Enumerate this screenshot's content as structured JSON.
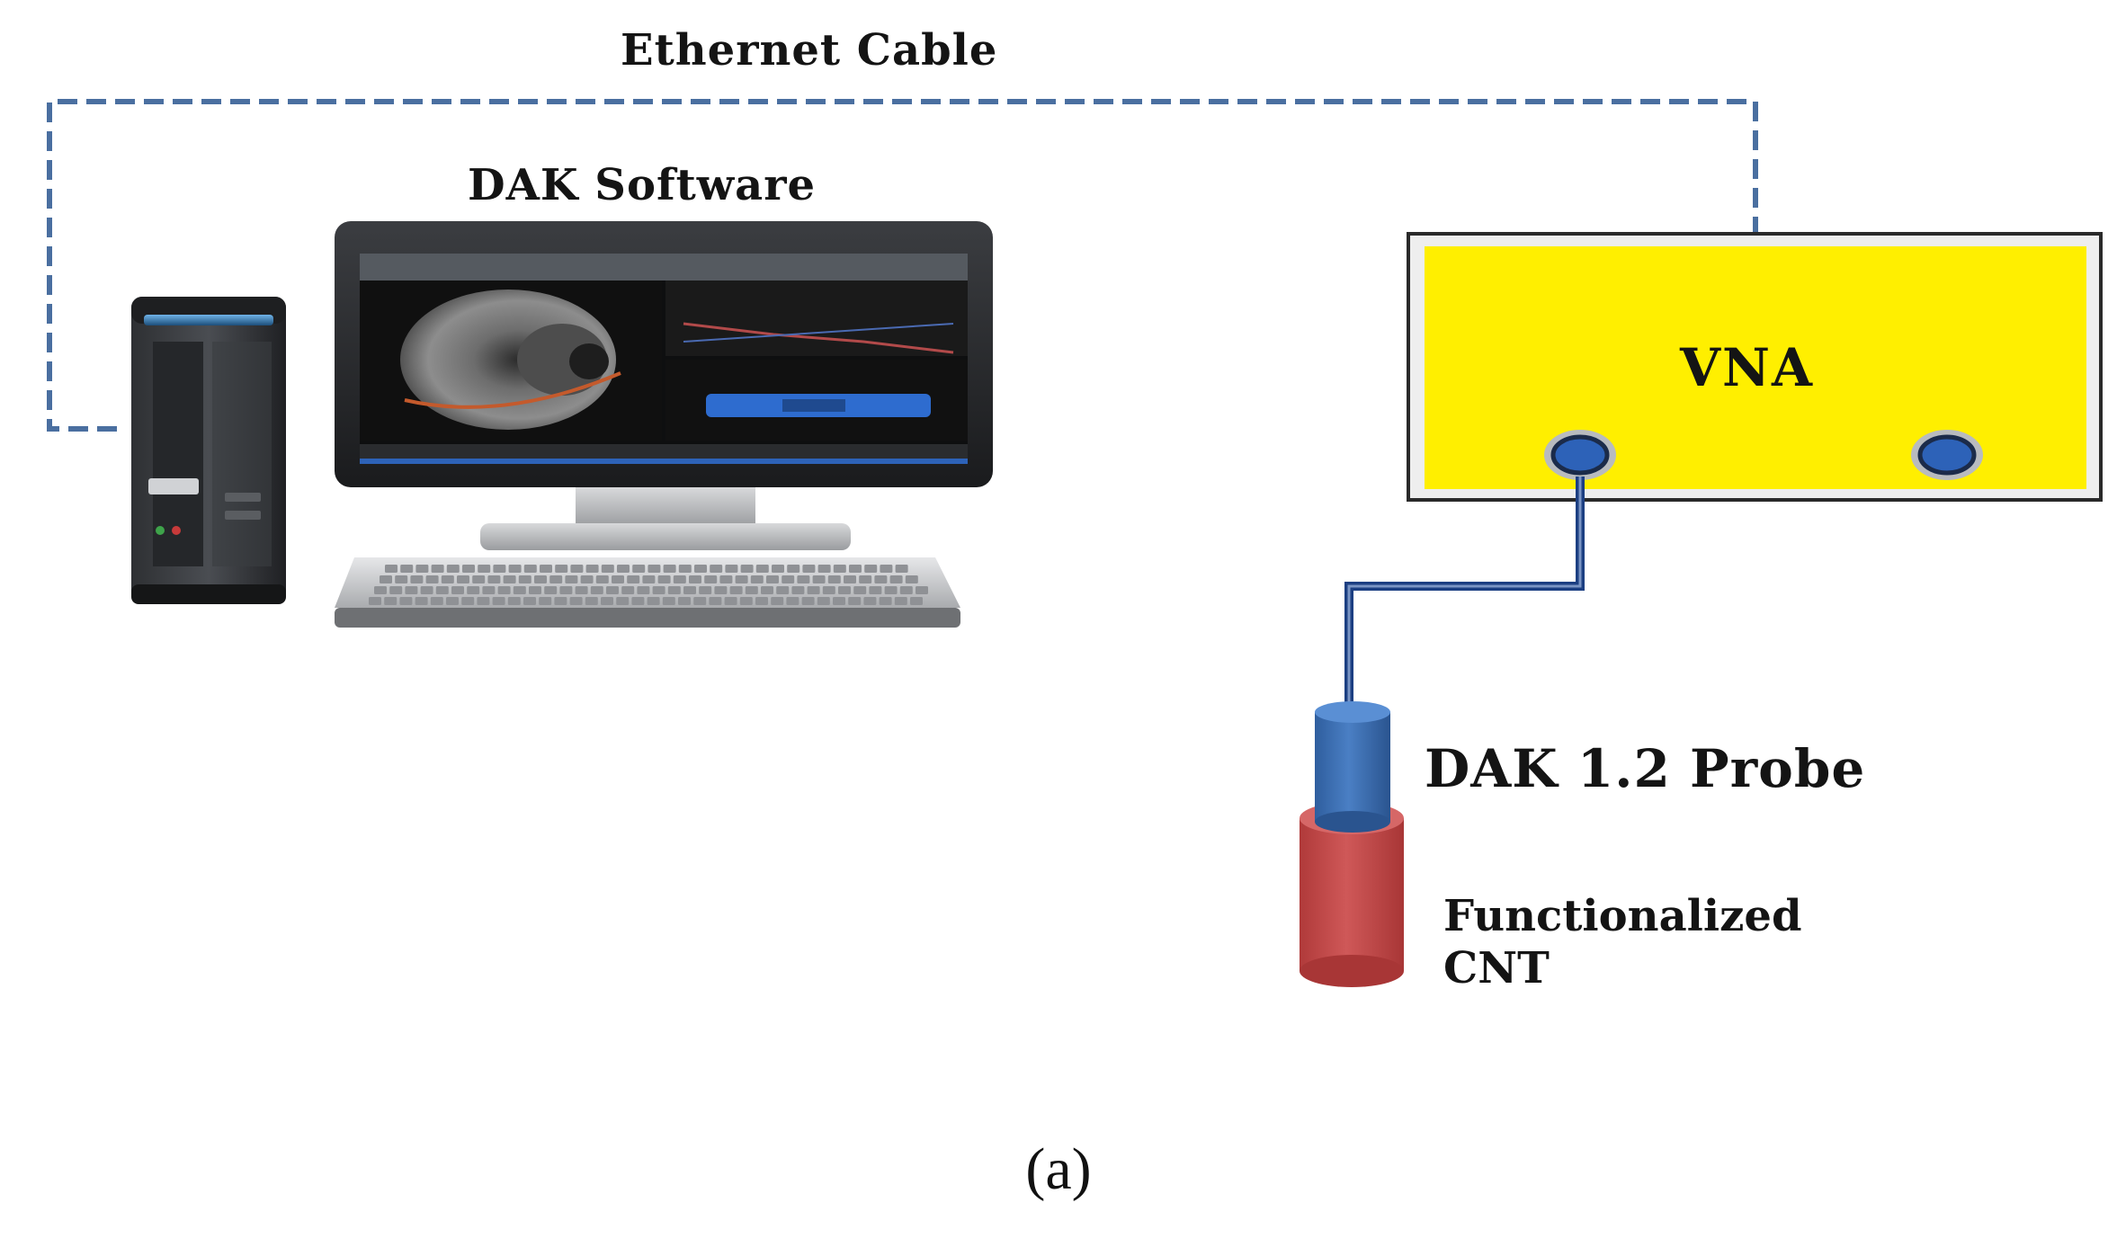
{
  "labels": {
    "ethernet_cable": "Ethernet Cable",
    "dak_software": "DAK Software",
    "vna": "VNA",
    "probe": "DAK 1.2 Probe",
    "sample_line1": "Functionalized",
    "sample_line2": "CNT",
    "caption": "(a)"
  },
  "colors": {
    "ethernet_dash": "#4a6fa0",
    "vna_fill": "#ffef00",
    "vna_frame": "#8a8a8a",
    "port_fill": "#2d62b8",
    "cable": "#1c3f82",
    "probe_blue": "#3d6fb2",
    "sample_red": "#c44a4a"
  },
  "icons": [
    "desktop-pc-icon",
    "monitor-icon",
    "keyboard-icon",
    "vna-port-icon"
  ]
}
